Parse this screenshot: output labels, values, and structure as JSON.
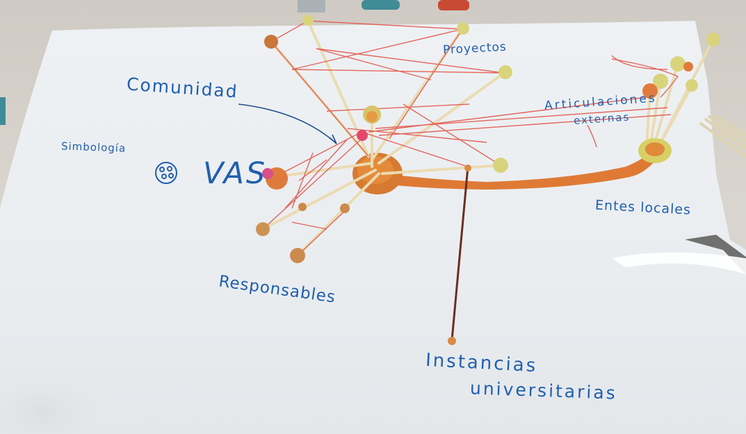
{
  "labels": {
    "comunidad": "Comunidad",
    "proyectos": "Proyectos",
    "articulaciones": "Articulaciones",
    "externas": "externas",
    "simbologia": "Simbología",
    "vas": "VAS",
    "entes_locales": "Entes locales",
    "responsables": "Responsables",
    "instancias": "Instancias",
    "universitarias": "universitarias"
  },
  "colors": {
    "paper": "#eef1f3",
    "ink": "#1f5fae",
    "yarn": "#e2574c",
    "clay_orange": "#e07b2f",
    "clay_tan": "#cc9a5a",
    "clay_yellow": "#d8d37a",
    "stick": "#e9dcb6",
    "table": "#d8d4cd"
  },
  "icons": {
    "symbol": "vas-symbol-icon"
  }
}
